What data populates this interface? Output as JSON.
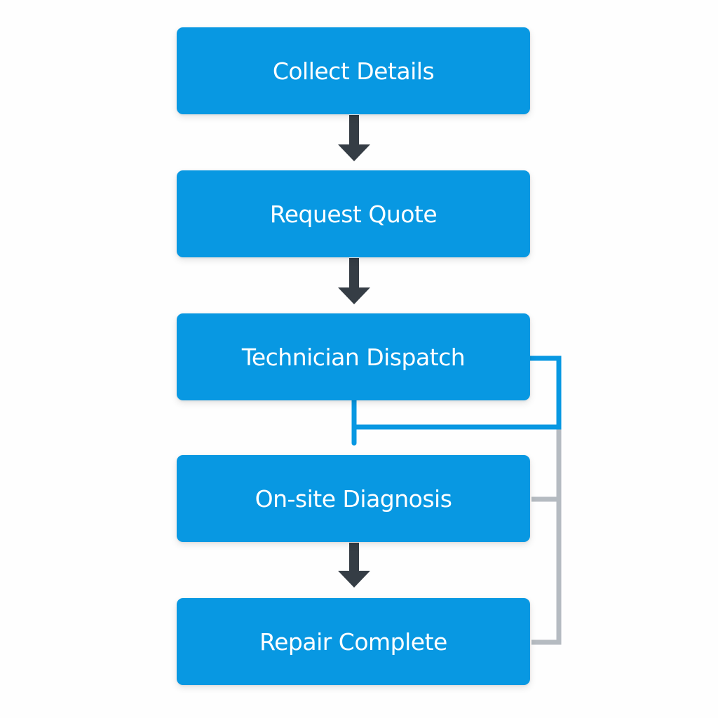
{
  "diagram": {
    "steps": [
      {
        "label": "Collect Details"
      },
      {
        "label": "Request Quote"
      },
      {
        "label": "Technician Dispatch"
      },
      {
        "label": "On-site Diagnosis"
      },
      {
        "label": "Repair Complete"
      }
    ],
    "colors": {
      "step_fill": "#0898e2",
      "step_text": "#ffffff",
      "arrow": "#353d45",
      "branch_line": "#0898e2",
      "return_line": "#b5bbc1"
    }
  }
}
